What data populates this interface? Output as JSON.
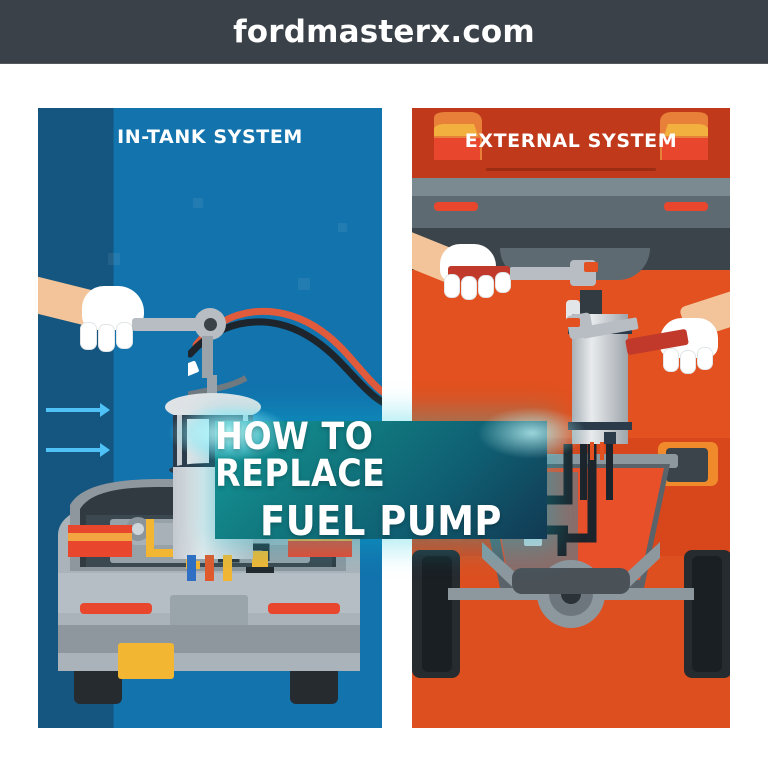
{
  "header": {
    "domain": "fordmasterx.com",
    "background_color": "#3a4149",
    "text_color": "#ffffff"
  },
  "banner": {
    "line1": "HOW TO REPLACE",
    "line2": "FUEL PUMP",
    "gradient_from": "#13999b",
    "gradient_to": "#123a54",
    "glow_color": "#8cf0ff"
  },
  "panels": {
    "left": {
      "title": "IN-TANK SYSTEM",
      "background_color": "#1272ad",
      "background_color_dark": "#14567f",
      "accent_color": "#4fc3f7",
      "scene": {
        "vehicle": "car-rear-open-trunk",
        "pump": "in-tank-fuel-pump-module",
        "tool": "ratchet-wrench",
        "hand": "gloved-hand",
        "wiring": "red-black-wiring-harness",
        "fuel_line_color": "#f2b632",
        "taillight_color": "#e8472e",
        "car_body_color": "#aab3ba"
      }
    },
    "right": {
      "title": "EXTERNAL SYSTEM",
      "background_color": "#e2511f",
      "background_color_dark": "#c0391a",
      "scene": {
        "vehicle": "truck-rear-tailgate",
        "pump": "external-inline-fuel-pump",
        "tools": [
          "open-end-wrench",
          "open-end-wrench"
        ],
        "hands": [
          "gloved-hand-left",
          "gloved-hand-right"
        ],
        "underbody": "fuel-tank-axle-differential",
        "tool_handle_color": "#c0392b",
        "tailgate_color": "#c0391a",
        "license_plate_color": "#ccd8de"
      }
    }
  }
}
